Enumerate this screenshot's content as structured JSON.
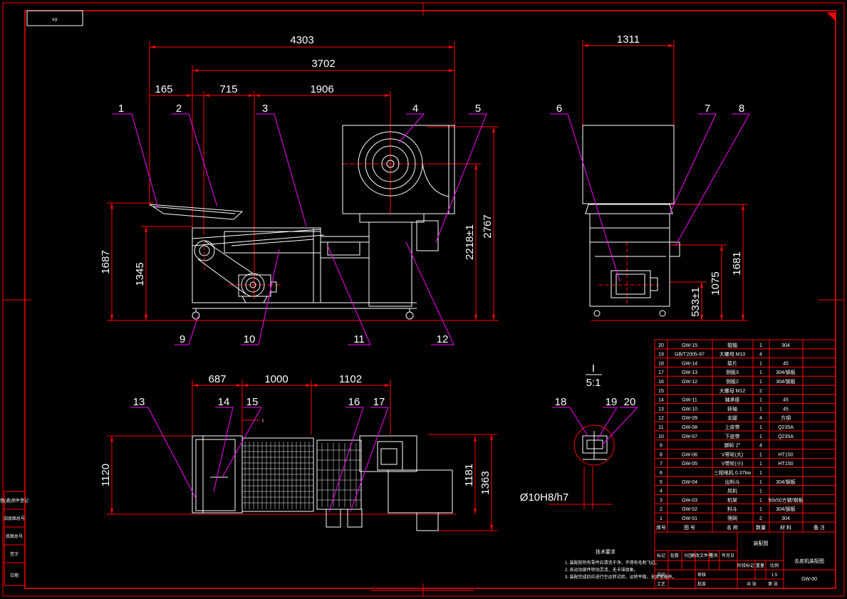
{
  "top_tag": "ьу",
  "front_view": {
    "dims_horizontal": [
      "4303",
      "3702",
      "165",
      "715",
      "1906"
    ],
    "dims_vertical": [
      "1687",
      "1345",
      "2218±1",
      "2767"
    ],
    "balloons": [
      "1",
      "2",
      "3",
      "4",
      "5",
      "9",
      "10",
      "11",
      "12"
    ]
  },
  "side_view": {
    "dims_horizontal": [
      "1311"
    ],
    "dims_vertical": [
      "1681",
      "1075",
      "533±1"
    ],
    "balloons": [
      "6",
      "7",
      "8"
    ]
  },
  "plan_view": {
    "dims_horizontal": [
      "687",
      "1000",
      "1102"
    ],
    "dims_vertical": [
      "1120",
      "1181",
      "1363"
    ],
    "balloons": [
      "13",
      "14",
      "15",
      "16",
      "17"
    ],
    "section_mark": "I"
  },
  "detail_view": {
    "label": "I",
    "scale": "5:1",
    "balloons": [
      "18",
      "19",
      "20"
    ],
    "fit": "Ø10H8/h7"
  },
  "bom": {
    "rows": [
      {
        "no": "20",
        "code": "GW-15",
        "name": "辊轴",
        "qty": "1",
        "mat": "304",
        "note": ""
      },
      {
        "no": "19",
        "code": "GB/T2005-97",
        "name": "大螺母 M10",
        "qty": "4",
        "mat": "",
        "note": ""
      },
      {
        "no": "18",
        "code": "GW-14",
        "name": "垫片",
        "qty": "1",
        "mat": "45",
        "note": ""
      },
      {
        "no": "17",
        "code": "GW-13",
        "name": "侧板3",
        "qty": "1",
        "mat": "304/钢板",
        "note": ""
      },
      {
        "no": "16",
        "code": "GW-12",
        "name": "侧板2",
        "qty": "1",
        "mat": "304/钢板",
        "note": ""
      },
      {
        "no": "15",
        "code": "",
        "name": "大螺母 M12",
        "qty": "2",
        "mat": "",
        "note": ""
      },
      {
        "no": "14",
        "code": "GW-11",
        "name": "轴承座",
        "qty": "1",
        "mat": "45",
        "note": ""
      },
      {
        "no": "13",
        "code": "GW-10",
        "name": "转轴",
        "qty": "1",
        "mat": "45",
        "note": ""
      },
      {
        "no": "12",
        "code": "GW-09",
        "name": "支腿",
        "qty": "4",
        "mat": "方钢",
        "note": ""
      },
      {
        "no": "11",
        "code": "GW-08",
        "name": "上皮带",
        "qty": "1",
        "mat": "Q235A",
        "note": ""
      },
      {
        "no": "10",
        "code": "GW-07",
        "name": "下皮带",
        "qty": "1",
        "mat": "Q235A",
        "note": ""
      },
      {
        "no": "9",
        "code": "",
        "name": "脚轮 2\"",
        "qty": "4",
        "mat": "",
        "note": ""
      },
      {
        "no": "8",
        "code": "GW-06",
        "name": "V带轮(大)",
        "qty": "1",
        "mat": "HT150",
        "note": ""
      },
      {
        "no": "7",
        "code": "GW-05",
        "name": "V带轮(小)",
        "qty": "1",
        "mat": "HT150",
        "note": ""
      },
      {
        "no": "6",
        "code": "",
        "name": "三相电机 0.37kw",
        "qty": "1",
        "mat": "",
        "note": ""
      },
      {
        "no": "5",
        "code": "GW-04",
        "name": "出料斗",
        "qty": "1",
        "mat": "304/钢板",
        "note": ""
      },
      {
        "no": "4",
        "code": "",
        "name": "风机",
        "qty": "1",
        "mat": "",
        "note": ""
      },
      {
        "no": "3",
        "code": "GW-03",
        "name": "机架",
        "qty": "1",
        "mat": "50x50方钢/钢板",
        "note": ""
      },
      {
        "no": "2",
        "code": "GW-02",
        "name": "料斗",
        "qty": "1",
        "mat": "304/钢板",
        "note": ""
      },
      {
        "no": "1",
        "code": "GW-01",
        "name": "筛网",
        "qty": "2",
        "mat": "304",
        "note": ""
      }
    ],
    "header": {
      "no": "序号",
      "code": "图 号",
      "name": "名 称",
      "qty": "数量",
      "mat": "材 料",
      "note": "备 注"
    }
  },
  "title_block": {
    "drawing_name": "去皮机装配图",
    "drawing_no": "GW-00",
    "type_label": "装配图",
    "scale": "1:5",
    "field_labels": [
      "标记",
      "处数",
      "分区",
      "更改文件号",
      "签名",
      "年月日",
      "设计",
      "审核",
      "工艺",
      "批准",
      "阶段标记",
      "重量",
      "比例",
      "共 张",
      "第 张"
    ]
  },
  "tech_notes": {
    "title": "技术要求",
    "items": [
      "1. 装配前所有零件应清洗干净，不得有毛刺飞边。",
      "2. 各运动部件转动灵活，无卡滞现象。",
      "3. 装配完成后应进行空运转试验，运转平稳，无异常噪声。"
    ]
  },
  "left_strip_labels": [
    "借(通)用件登记",
    "旧底图总号",
    "底图总号",
    "签字",
    "日期"
  ],
  "colors": {
    "background": "#000000",
    "border": "#ff0000",
    "outline": "#ffffff",
    "leader": "#ff00ff",
    "centerline": "#ff0000"
  }
}
